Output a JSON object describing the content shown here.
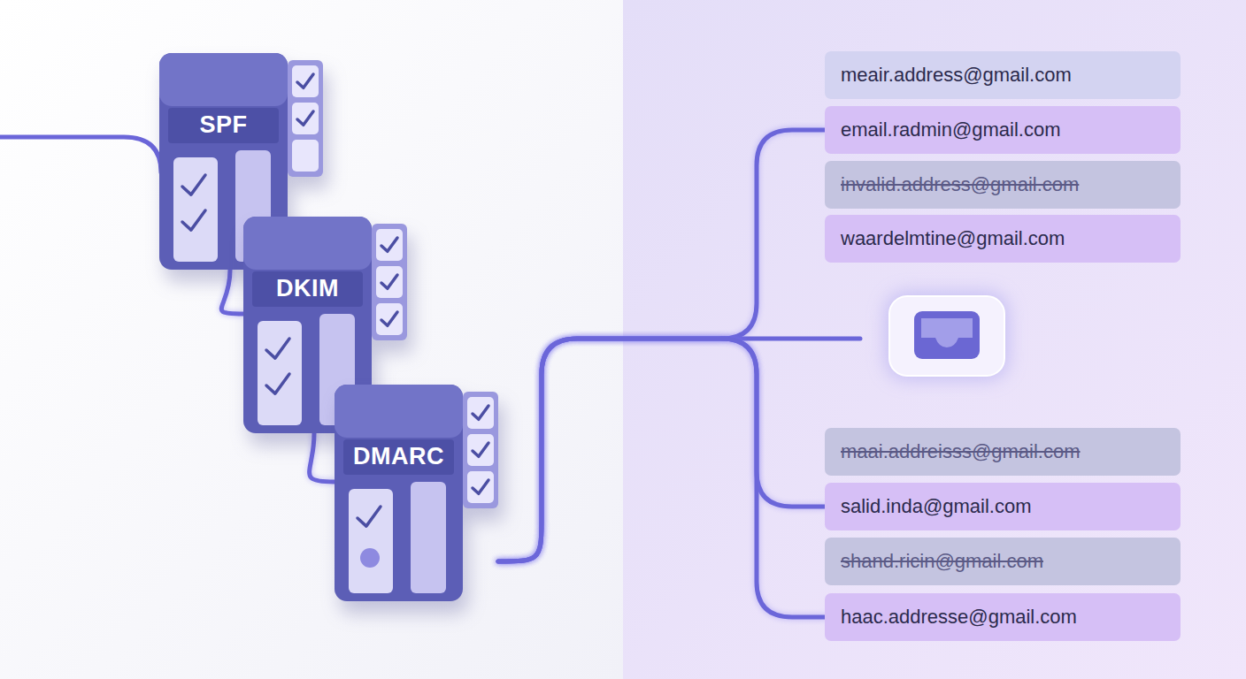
{
  "diagram": {
    "nodes": [
      {
        "text": [
          "SPF"
        ]
      },
      {
        "text": [
          "DKIM"
        ]
      },
      {
        "text": [
          "DMARC"
        ]
      },
      {
        "text": [
          "meair.address@gmail.com"
        ]
      },
      {
        "text": [
          "email.radmin@gmail.com"
        ]
      },
      {
        "text": [
          "invalid.address@gmail.com"
        ]
      },
      {
        "text": [
          "waardelmtine@gmail.com"
        ]
      },
      {
        "text": [
          "maai.addreisss@gmail.com"
        ]
      },
      {
        "text": [
          "salid.inda@gmail.com"
        ]
      },
      {
        "text": [
          "shand.ricin@gmail.com"
        ]
      },
      {
        "text": [
          "haac.addresse@gmail.com"
        ]
      }
    ],
    "edges": [
      {
        "from": 0,
        "to": 1,
        "arrow": "none"
      },
      {
        "from": 1,
        "to": 2,
        "arrow": "none"
      },
      {
        "from": 2,
        "to": 4,
        "arrow": "none"
      },
      {
        "from": 2,
        "to": 8,
        "arrow": "none"
      },
      {
        "from": 2,
        "to": 10,
        "arrow": "none"
      }
    ]
  }
}
